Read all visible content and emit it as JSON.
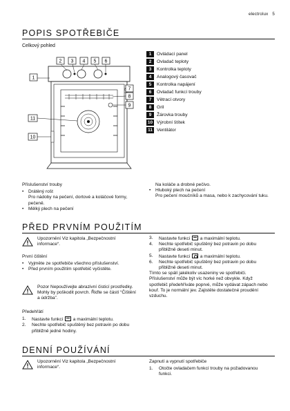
{
  "header": {
    "brand": "electrolux",
    "page": "5"
  },
  "sections": {
    "popis": {
      "title": "POPIS SPOTŘEBIČE",
      "overview": "Celkový pohled"
    },
    "first_use": {
      "title": "PŘED PRVNÍM POUŽITÍM"
    },
    "daily": {
      "title": "DENNÍ POUŽÍVÁNÍ"
    }
  },
  "diagram": {
    "callouts": [
      "1",
      "2",
      "3",
      "4",
      "5",
      "6",
      "7",
      "8",
      "9",
      "10",
      "11"
    ]
  },
  "parts": [
    {
      "n": "1",
      "label": "Ovládací panel"
    },
    {
      "n": "2",
      "label": "Ovladač teploty"
    },
    {
      "n": "3",
      "label": "Kontrolka teploty"
    },
    {
      "n": "4",
      "label": "Analogový časovač"
    },
    {
      "n": "5",
      "label": "Kontrolka napájení"
    },
    {
      "n": "6",
      "label": "Ovladač funkcí trouby"
    },
    {
      "n": "7",
      "label": "Větrací otvory"
    },
    {
      "n": "8",
      "label": "Gril"
    },
    {
      "n": "9",
      "label": "Žárovka trouby"
    },
    {
      "n": "10",
      "label": "Výrobní štítek"
    },
    {
      "n": "11",
      "label": "Ventilátor"
    }
  ],
  "accessories": {
    "title": "Příslušenství trouby",
    "items": [
      {
        "title": "Drátěný rošt",
        "text": "Pro nádoby na pečení, dortové a koláčové formy, pečeně."
      },
      {
        "title": "Mělký plech na pečení",
        "text": "Na koláče a drobné pečivo."
      },
      {
        "title": "Hluboký plech na pečení",
        "text": "Pro pečení moučníků a masa, nebo k zachycování tuku."
      }
    ]
  },
  "first_use": {
    "warning": "Upozornění Viz kapitola „Bezpečnostní informace“.",
    "cleaning_title": "První čištění",
    "cleaning_items": [
      "Vyjměte ze spotřebiče všechno příslušenství.",
      "Před prvním použitím spotřebič vyčistěte."
    ],
    "caution": "Pozor Nepoužívejte abrazivní čisticí prostředky. Mohly by poškodit povrch. Řiďte se částí “Čištění a údržba”.",
    "preheat_title": "Předehřátí",
    "steps": [
      {
        "n": "1.",
        "a": "Nastavte funkci ",
        "icon": "top",
        "b": " a maximální teplotu."
      },
      {
        "n": "2.",
        "a": "Nechte spotřebič spuštěný bez potravin po dobu přibližně jedné hodiny.",
        "icon": "",
        "b": ""
      },
      {
        "n": "3.",
        "a": "Nastavte funkci ",
        "icon": "top",
        "b": " a maximální teplotu."
      },
      {
        "n": "4.",
        "a": "Nechte spotřebič spuštěný bez potravin po dobu přibližně deseti minut.",
        "icon": "",
        "b": ""
      },
      {
        "n": "5.",
        "a": "Nastavte funkci ",
        "icon": "fan",
        "b": " a maximální teplotu."
      },
      {
        "n": "6.",
        "a": "Nechte spotřebič spuštěný bez potravin po dobu přibližně deseti minut.",
        "icon": "",
        "b": ""
      }
    ],
    "note": "Tímto se spálí jakékoliv usazeniny ve spotřebiči. Příslušenství může být víc horké než obvykle. Když spotřebič předehříváte poprvé, může vydávat zápach nebo kouř. To je normální jev. Zajistěte dostatečné proudění vzduchu."
  },
  "daily": {
    "warning": "Upozornění Viz kapitola „Bezpečnostní informace“.",
    "switch_title": "Zapnutí a vypnutí spotřebiče",
    "steps": [
      {
        "n": "1.",
        "text": "Otočte ovladačem funkcí trouby na požadovanou funkci."
      }
    ]
  },
  "colors": {
    "ink": "#111111",
    "paper": "#ffffff"
  }
}
